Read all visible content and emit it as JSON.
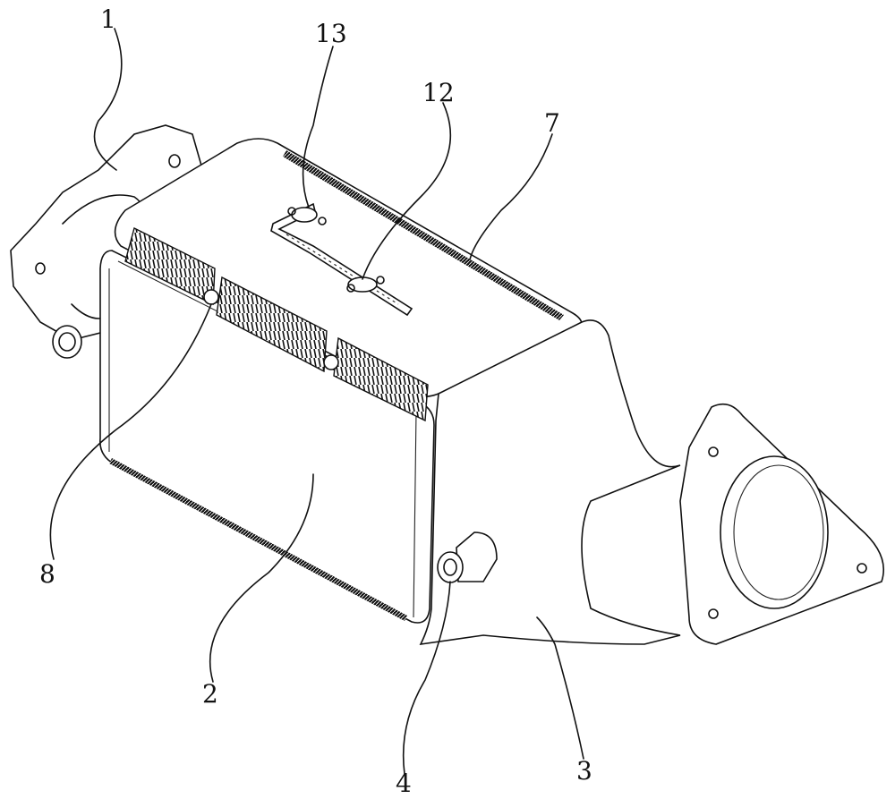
{
  "figure": {
    "labels": {
      "inlet_flange": "1",
      "housing_body": "2",
      "outlet_cone": "3",
      "sensor_port": "4",
      "seam_edge": "7",
      "bolt": "8",
      "sensor_pipe": "12",
      "pipe_clamp": "13"
    }
  }
}
